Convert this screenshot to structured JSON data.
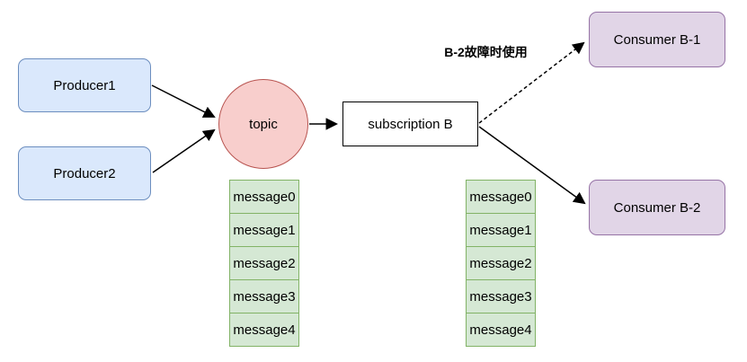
{
  "diagram": {
    "producers": [
      {
        "label": "Producer1"
      },
      {
        "label": "Producer2"
      }
    ],
    "topic": {
      "label": "topic"
    },
    "subscription": {
      "label": "subscription B"
    },
    "consumers": [
      {
        "label": "Consumer B-1"
      },
      {
        "label": "Consumer B-2"
      }
    ],
    "failover_note": "B-2故障时使用",
    "message_stacks": {
      "topic_messages": [
        "message0",
        "message1",
        "message2",
        "message3",
        "message4"
      ],
      "subscription_messages": [
        "message0",
        "message1",
        "message2",
        "message3",
        "message4"
      ]
    },
    "colors": {
      "producer_fill": "#dae8fc",
      "producer_stroke": "#6c8ebf",
      "topic_fill": "#f8cecc",
      "topic_stroke": "#b85450",
      "subscription_fill": "#ffffff",
      "subscription_stroke": "#000000",
      "consumer_fill": "#e1d5e7",
      "consumer_stroke": "#9673a6",
      "message_fill": "#d5e8d4",
      "message_stroke": "#82b366",
      "arrow_color": "#000000"
    }
  }
}
